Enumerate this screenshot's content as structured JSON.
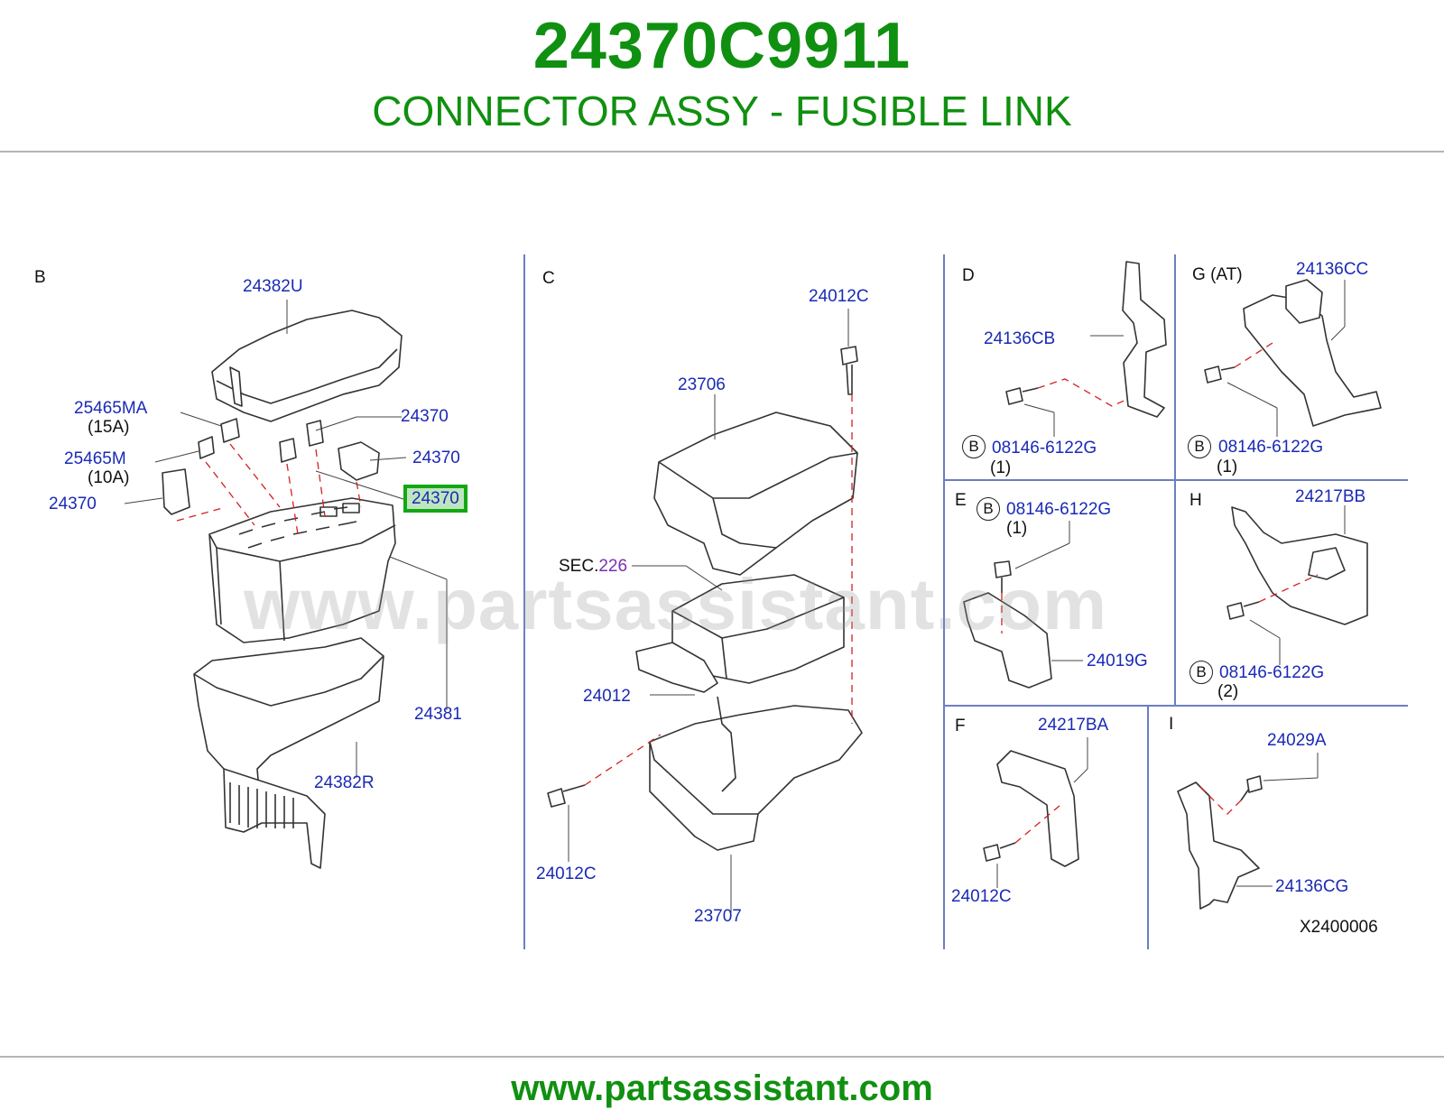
{
  "header": {
    "part_number": "24370C9911",
    "part_name": "CONNECTOR ASSY - FUSIBLE LINK"
  },
  "footer": {
    "url": "www.partsassistant.com"
  },
  "watermark": "www.partsassistant.com",
  "diagram_code": "X2400006",
  "colors": {
    "brand_green": "#109010",
    "label_blue": "#1a2ab5",
    "highlight_border": "#13a813",
    "highlight_fill": "#bfe5c0",
    "sec_purple": "#7a2fb0"
  },
  "sections": {
    "B": {
      "letter": "B",
      "labels": [
        "24382U",
        "25465MA",
        "(15A)",
        "24370",
        "25465M",
        "(10A)",
        "24370",
        "24370",
        "24370",
        "24381",
        "24382R"
      ],
      "highlighted": "24370"
    },
    "C": {
      "letter": "C",
      "labels": [
        "24012C",
        "23706",
        "24012",
        "24012C",
        "23707"
      ],
      "sec_prefix": "SEC.",
      "sec_number": "226"
    },
    "D": {
      "letter": "D",
      "labels": [
        "24136CB",
        "08146-6122G",
        "(1)"
      ],
      "bolt_code": "B"
    },
    "G": {
      "letter": "G",
      "suffix": "(AT)",
      "labels": [
        "24136CC",
        "08146-6122G",
        "(1)"
      ],
      "bolt_code": "B"
    },
    "E": {
      "letter": "E",
      "labels": [
        "08146-6122G",
        "(1)",
        "24019G"
      ],
      "bolt_code": "B"
    },
    "H": {
      "letter": "H",
      "labels": [
        "24217BB",
        "08146-6122G",
        "(2)"
      ],
      "bolt_code": "B"
    },
    "F": {
      "letter": "F",
      "labels": [
        "24217BA",
        "24012C"
      ]
    },
    "I": {
      "letter": "I",
      "labels": [
        "24029A",
        "24136CG"
      ]
    }
  }
}
